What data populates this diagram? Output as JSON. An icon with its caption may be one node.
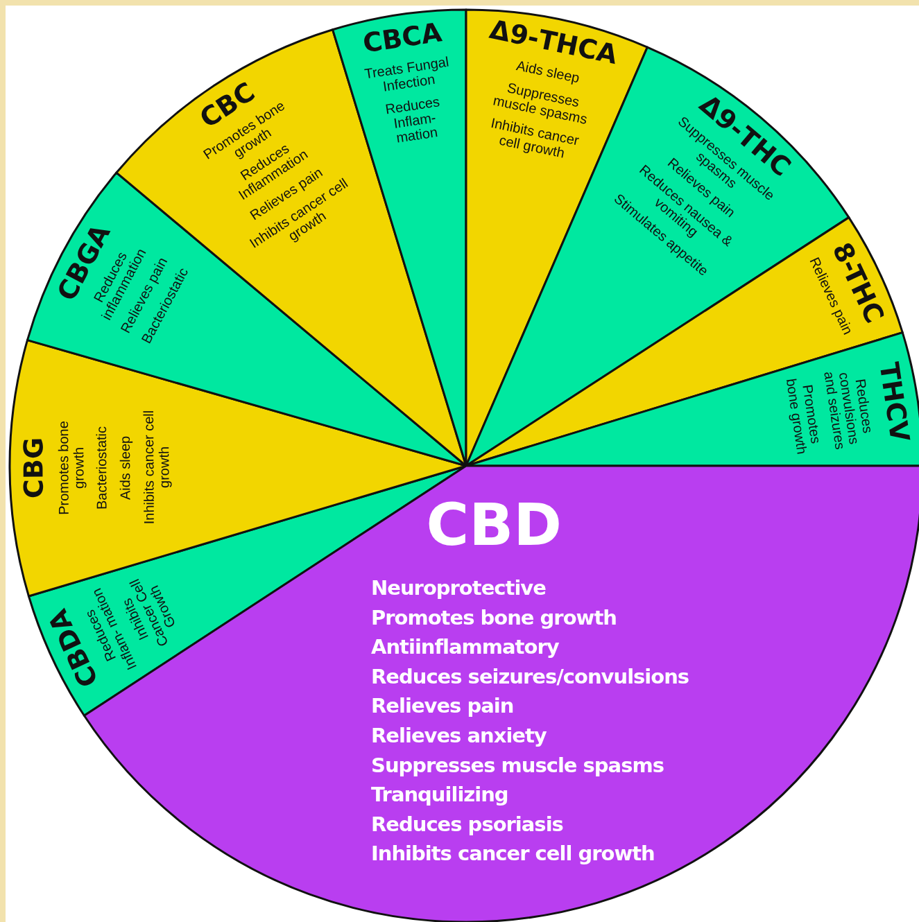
{
  "diagram": {
    "nodes": [
      {
        "text": [
          "CBDA",
          "Reduces Inflam- mation",
          "Inhibits Cancer Cell Growth"
        ]
      },
      {
        "text": [
          "CBG",
          "Promotes bone growth",
          "Bacteriostatic",
          "Aids sleep",
          "Inhibits cancer cell growth"
        ]
      },
      {
        "text": [
          "CBGA",
          "Reduces inflammation",
          "Relieves pain",
          "Bacteriostatic"
        ]
      },
      {
        "text": [
          "CBC",
          "Promotes bone growth",
          "Reduces Inflammation",
          "Relieves pain",
          "Inhibits cancer cell growth"
        ]
      },
      {
        "text": [
          "CBCA",
          "Treats Fungal Infection",
          "Reduces Inflam- mation"
        ]
      },
      {
        "text": [
          "Δ9-THCA",
          "Aids sleep",
          "Suppresses muscle spasms",
          "Inhibits cancer cell growth"
        ]
      },
      {
        "text": [
          "Δ9-THC",
          "Suppresses muscle spasms",
          "Relieves pain",
          "Reduces nausea & vomiting",
          "Stimulates appetite"
        ]
      },
      {
        "text": [
          "8-THC",
          "Relieves pain"
        ]
      },
      {
        "text": [
          "THCV",
          "Reduces convulsions and seizures",
          "Promotes bone growth"
        ]
      },
      {
        "text": [
          "CBD",
          "Neuroprotective",
          "Promotes bone growth",
          "Antiinflammatory",
          "Reduces seizures/convulsions",
          "Relieves pain",
          "Relieves anxiety",
          "Suppresses muscle spasms",
          "Tranquilizing",
          "Reduces psoriasis",
          "Inhibits cancer cell growth"
        ]
      }
    ]
  }
}
